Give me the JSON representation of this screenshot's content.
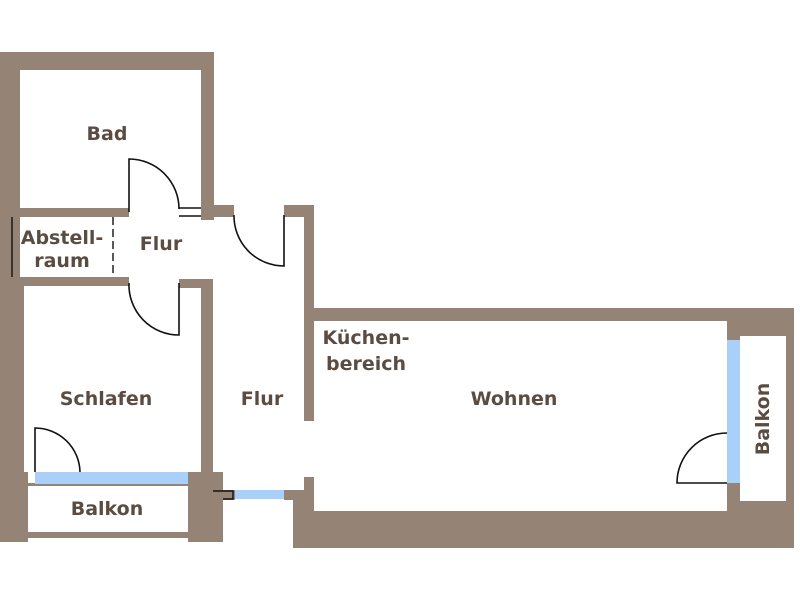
{
  "diagram": {
    "type": "floor-plan",
    "colors": {
      "wall": "#958475",
      "window": "#a8d0f8",
      "label": "#5b4c41",
      "door_line": "#111111"
    },
    "rooms": {
      "bad": "Bad",
      "abstellraum_line1": "Abstell-",
      "abstellraum_line2": "raum",
      "flur_upper": "Flur",
      "schlafen": "Schlafen",
      "balkon_left": "Balkon",
      "flur_lower": "Flur",
      "kueche_line1": "Küchen-",
      "kueche_line2": "bereich",
      "wohnen": "Wohnen",
      "balkon_right": "Balkon"
    }
  }
}
